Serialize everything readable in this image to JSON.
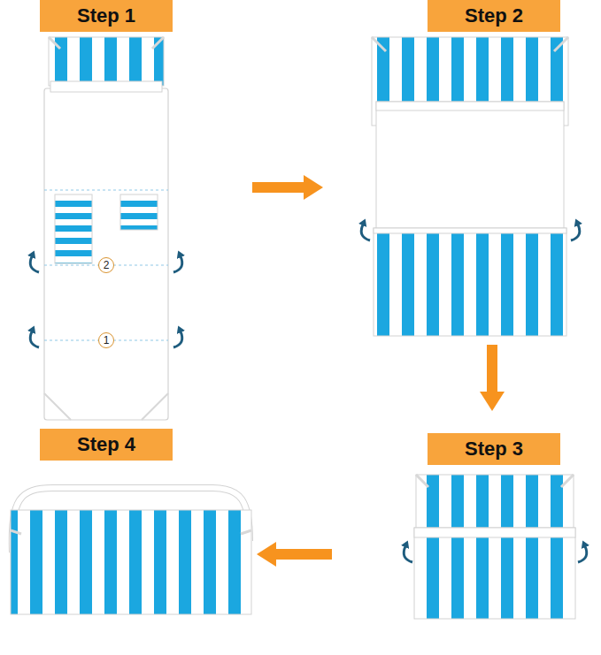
{
  "diagram": {
    "nodes": [
      {
        "text": [
          "Step 1"
        ]
      },
      {
        "text": [
          "2"
        ],
        "in": 0
      },
      {
        "text": [
          "1"
        ],
        "in": 0
      },
      {
        "text": [
          "Step 2"
        ]
      },
      {
        "text": [
          "Step 3"
        ]
      },
      {
        "text": [
          "Step 4"
        ]
      }
    ],
    "edges": [
      {
        "from": 0,
        "to": 3,
        "arrow": "to"
      },
      {
        "from": 3,
        "to": 4,
        "arrow": "to"
      },
      {
        "from": 4,
        "to": 5,
        "arrow": "to"
      }
    ]
  }
}
